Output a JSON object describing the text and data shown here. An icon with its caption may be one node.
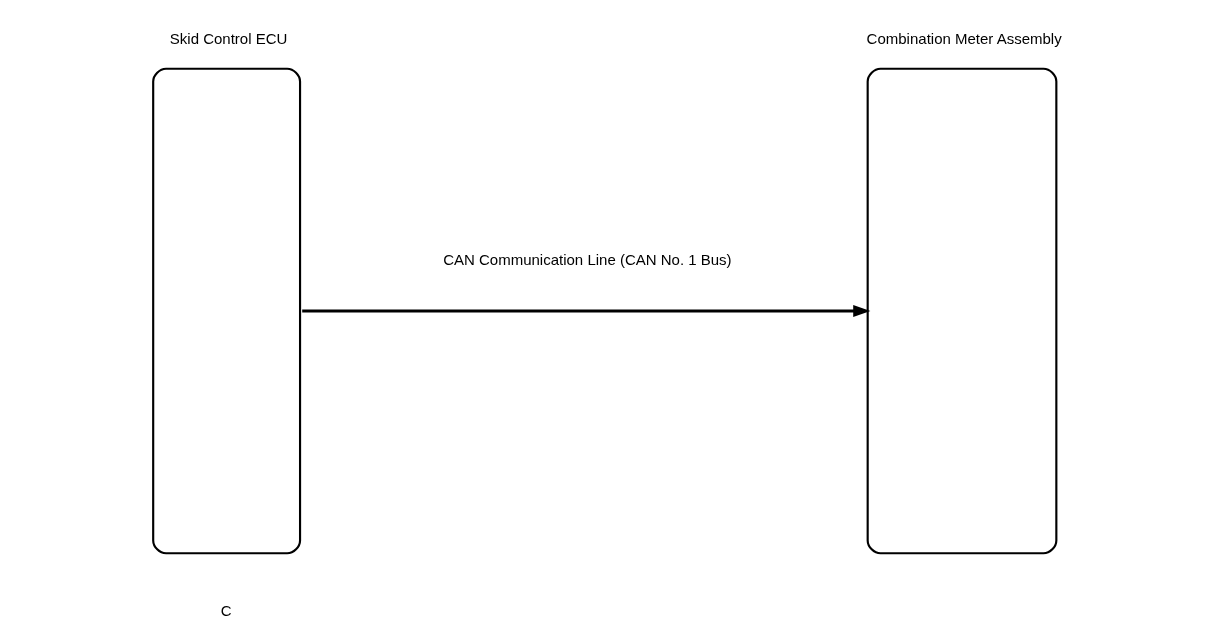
{
  "diagram": {
    "nodes": [
      {
        "text": [
          "Skid Control ECU"
        ]
      },
      {
        "text": [
          "Combination Meter Assembly"
        ]
      }
    ],
    "edges": [
      {
        "from": 0,
        "to": 1,
        "arrow": "to",
        "label": "CAN Communication Line (CAN No. 1 Bus)"
      }
    ],
    "labels": [
      "C"
    ]
  }
}
